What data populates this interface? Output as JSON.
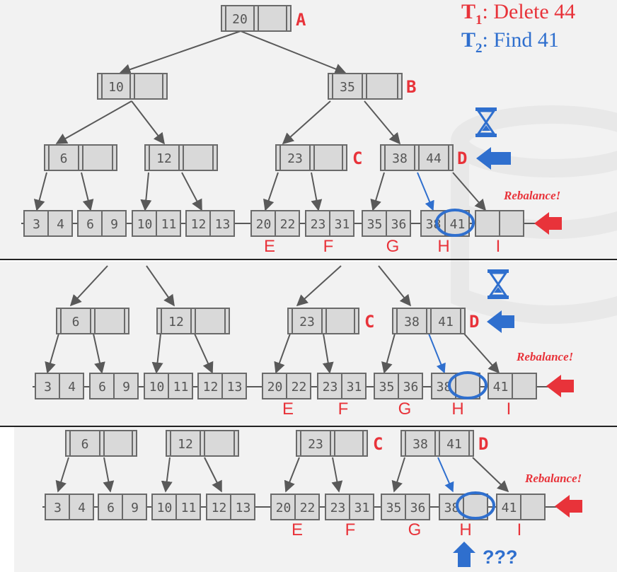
{
  "title_lines": [
    {
      "prefix": "T",
      "sub": "1",
      "text": ": Delete 44",
      "color": "#e8333a"
    },
    {
      "prefix": "T",
      "sub": "2",
      "text": ": Find 41",
      "color": "#2f6fce"
    }
  ],
  "colors": {
    "node_fill": "#d9d9d9",
    "node_stroke": "#6a6a6a",
    "edge": "#595959",
    "red": "#e8333a",
    "blue": "#2f6fce",
    "key_text": "#555555",
    "divider": "#222222",
    "panel_bg": "#f2f2f2"
  },
  "panel1": {
    "label_a": "A",
    "label_b": "B",
    "label_c": "C",
    "label_d": "D",
    "root_key": "20",
    "b1_key": "10",
    "b2_key": "35",
    "n6": "6",
    "n12": "12",
    "n23": "23",
    "n38": "38",
    "n44": "44",
    "leaves": [
      [
        "3",
        "4"
      ],
      [
        "6",
        "9"
      ],
      [
        "10",
        "11"
      ],
      [
        "12",
        "13"
      ],
      [
        "20",
        "22"
      ],
      [
        "23",
        "31"
      ],
      [
        "35",
        "36"
      ],
      [
        "38",
        "41"
      ],
      [
        "",
        ""
      ]
    ],
    "leaf_labels": [
      "E",
      "F",
      "G",
      "H",
      "I"
    ],
    "rebalance": "Rebalance!"
  },
  "panel2": {
    "label_c": "C",
    "label_d": "D",
    "n6": "6",
    "n12": "12",
    "n23": "23",
    "n38": "38",
    "n41": "41",
    "leaves": [
      [
        "3",
        "4"
      ],
      [
        "6",
        "9"
      ],
      [
        "10",
        "11"
      ],
      [
        "12",
        "13"
      ],
      [
        "20",
        "22"
      ],
      [
        "23",
        "31"
      ],
      [
        "35",
        "36"
      ],
      [
        "38",
        ""
      ],
      [
        "41",
        ""
      ]
    ],
    "leaf_labels": [
      "E",
      "F",
      "G",
      "H",
      "I"
    ],
    "rebalance": "Rebalance!"
  },
  "panel3": {
    "label_c": "C",
    "label_d": "D",
    "n6": "6",
    "n12": "12",
    "n23": "23",
    "n38": "38",
    "n41": "41",
    "leaves": [
      [
        "3",
        "4"
      ],
      [
        "6",
        "9"
      ],
      [
        "10",
        "11"
      ],
      [
        "12",
        "13"
      ],
      [
        "20",
        "22"
      ],
      [
        "23",
        "31"
      ],
      [
        "35",
        "36"
      ],
      [
        "38",
        ""
      ],
      [
        "41",
        ""
      ]
    ],
    "leaf_labels": [
      "E",
      "F",
      "G",
      "H",
      "I"
    ],
    "rebalance": "Rebalance!",
    "question": "???"
  }
}
